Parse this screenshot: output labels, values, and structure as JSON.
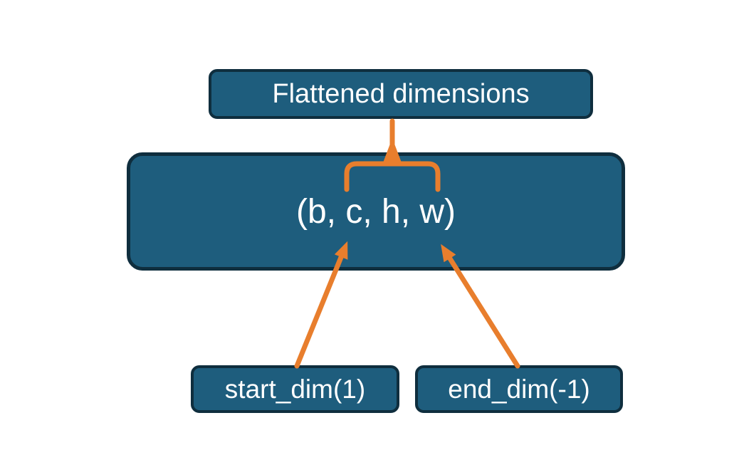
{
  "diagram": {
    "nodes": {
      "flattened": {
        "label": "Flattened dimensions"
      },
      "tensor": {
        "label": "(b, c, h, w)"
      },
      "start_dim": {
        "label": "start_dim(1)"
      },
      "end_dim": {
        "label": "end_dim(-1)"
      }
    },
    "colors": {
      "background": "#ffffff",
      "box_fill": "#1e5d7d",
      "box_border": "#0f2e3e",
      "label_text": "#ffffff",
      "connector_orange": "#e87e2d"
    }
  }
}
